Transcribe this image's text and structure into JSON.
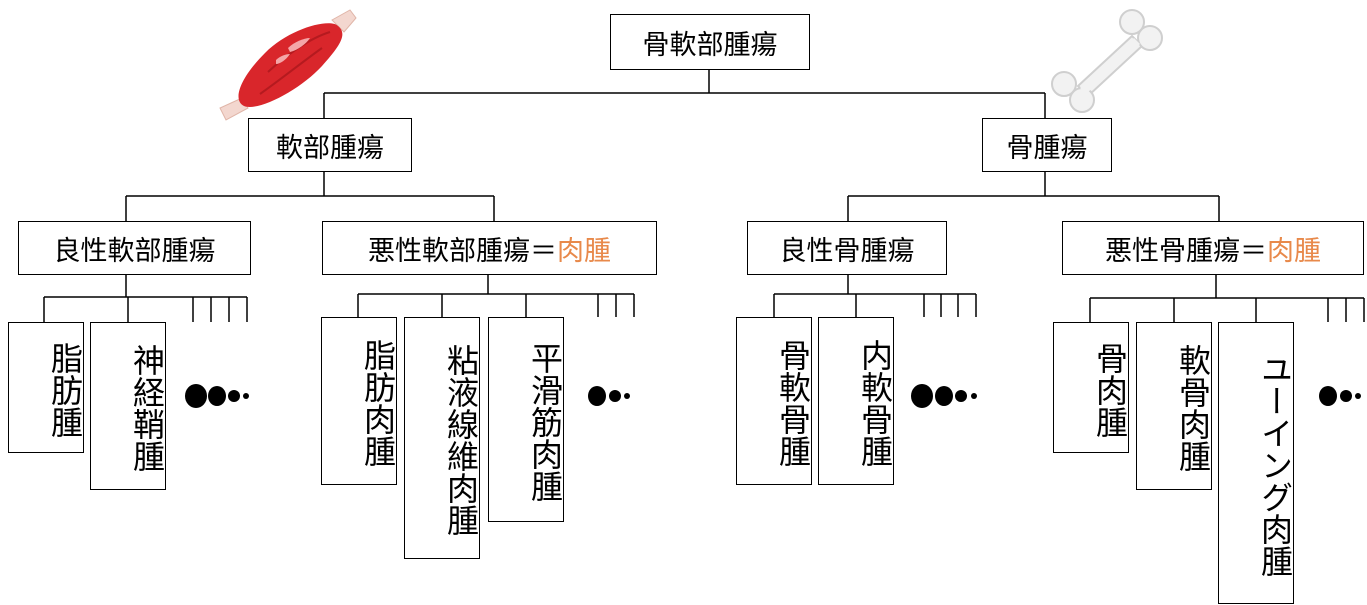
{
  "root": "骨軟部腫瘍",
  "soft": {
    "label": "軟部腫瘍",
    "benign": {
      "label": "良性軟部腫瘍",
      "items": [
        "脂肪腫",
        "神経鞘腫"
      ]
    },
    "malignant": {
      "label": "悪性軟部腫瘍＝",
      "highlight": "肉腫",
      "items": [
        "脂肪肉腫",
        "粘液線維肉腫",
        "平滑筋肉腫"
      ]
    }
  },
  "bone": {
    "label": "骨腫瘍",
    "benign": {
      "label": "良性骨腫瘍",
      "items": [
        "骨軟骨腫",
        "内軟骨腫"
      ]
    },
    "malignant": {
      "label": "悪性骨腫瘍＝",
      "highlight": "肉腫",
      "items": [
        "骨肉腫",
        "軟骨肉腫",
        "ユーイング肉腫"
      ]
    }
  },
  "colors": {
    "highlight": "#e8894a",
    "muscle": "#d9262b",
    "bone": "#f0f0f0"
  },
  "icons": [
    "muscle-icon",
    "bone-icon"
  ]
}
